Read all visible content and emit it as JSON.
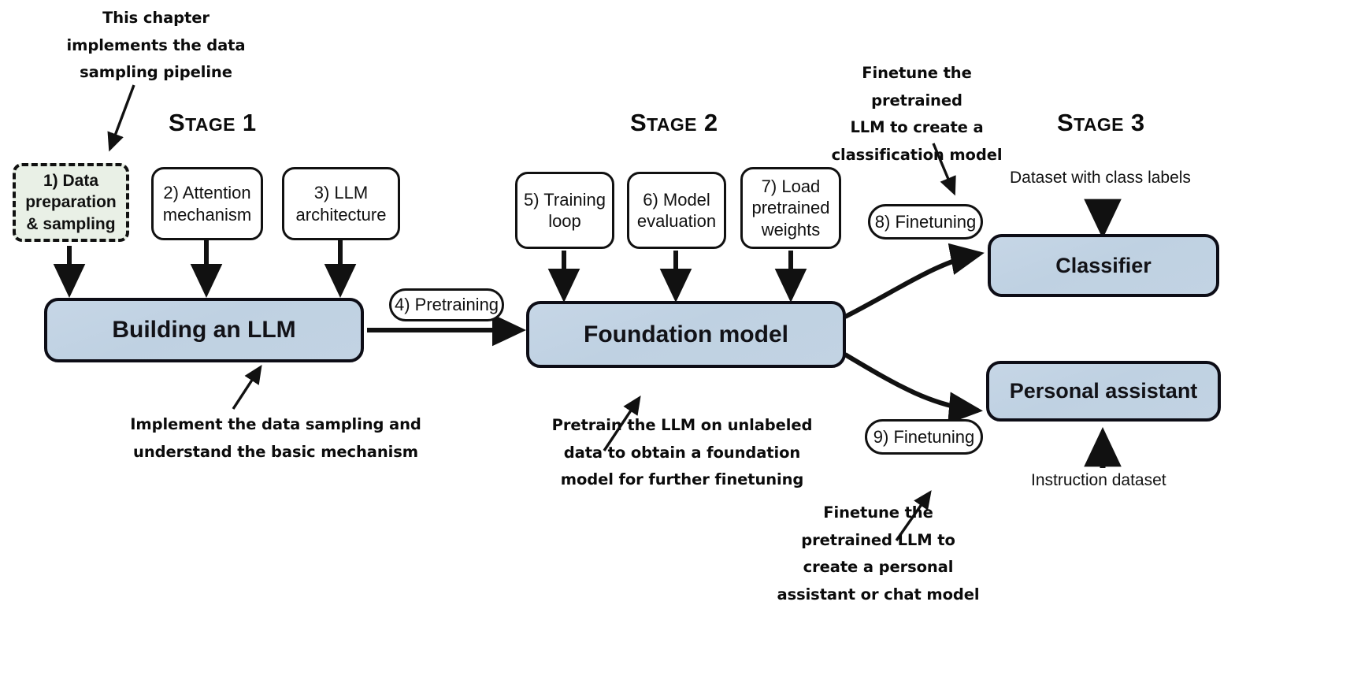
{
  "diagram": {
    "title": "Three-stage LLM build pipeline",
    "colors": {
      "blue_box": "#c2d3e3",
      "green_box": "#e9f0e6",
      "stroke": "#111111",
      "background": "#ffffff"
    }
  },
  "stages": [
    {
      "prefix": "S",
      "rest": "TAGE",
      "number": " 1"
    },
    {
      "prefix": "S",
      "rest": "TAGE",
      "number": " 2"
    },
    {
      "prefix": "S",
      "rest": "TAGE",
      "number": " 3"
    }
  ],
  "annotations": {
    "chapter_note": "This chapter\nimplements the data\nsampling pipeline",
    "stage1_note": "Implement the data sampling and\nunderstand the basic mechanism",
    "stage2_note": "Pretrain the LLM on unlabeled\ndata to obtain a foundation\nmodel for further finetuning",
    "classifier_note": "Finetune the pretrained\nLLM to create a\nclassification model",
    "assistant_note": "Finetune the\npretrained LLM to\ncreate a personal\nassistant or chat model"
  },
  "stage1": {
    "steps": [
      {
        "id": "step1",
        "label": "1) Data\npreparation\n& sampling",
        "highlighted": true
      },
      {
        "id": "step2",
        "label": "2) Attention\nmechanism",
        "highlighted": false
      },
      {
        "id": "step3",
        "label": "3) LLM\narchitecture",
        "highlighted": false
      }
    ],
    "outcome": "Building an LLM"
  },
  "transition": {
    "pretraining_label": "4) Pretraining"
  },
  "stage2": {
    "steps": [
      {
        "id": "step5",
        "label": "5) Training\nloop"
      },
      {
        "id": "step6",
        "label": "6) Model\nevaluation"
      },
      {
        "id": "step7",
        "label": "7) Load\npretrained\nweights"
      }
    ],
    "outcome": "Foundation model"
  },
  "stage3": {
    "branches": [
      {
        "id": "classifier",
        "pill": "8) Finetuning",
        "outcome": "Classifier",
        "input_caption": "Dataset with class labels"
      },
      {
        "id": "assistant",
        "pill": "9) Finetuning",
        "outcome": "Personal assistant",
        "input_caption": "Instruction dataset"
      }
    ]
  }
}
